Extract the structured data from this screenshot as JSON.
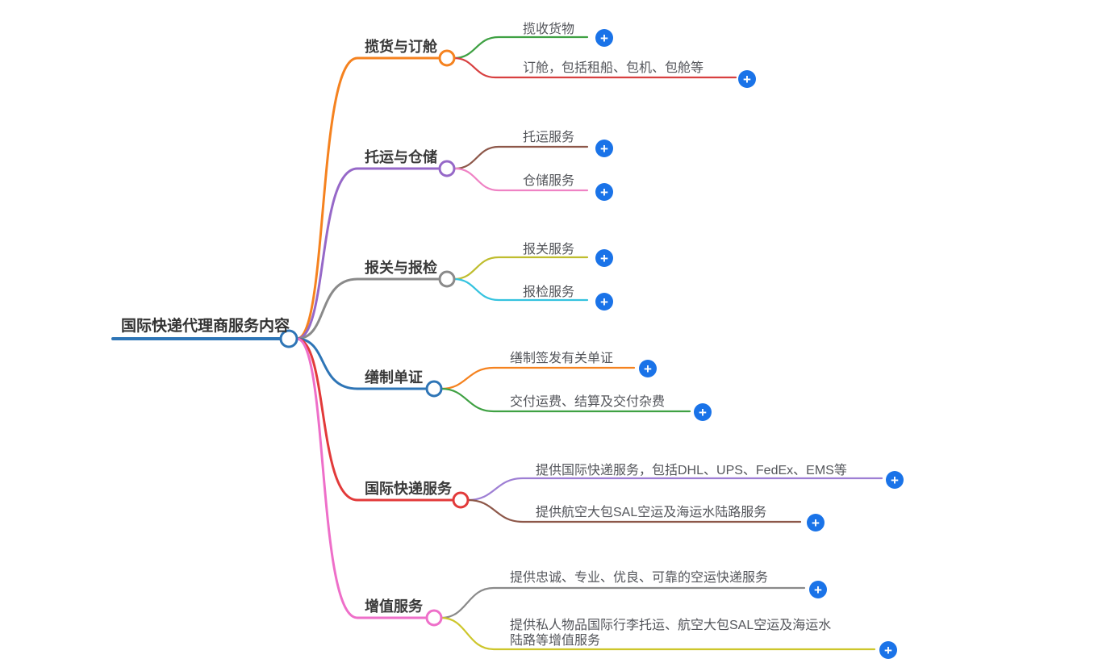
{
  "ui": {
    "background": "#ffffff",
    "add_button_color": "#1a73e8",
    "add_button_glyph": "+"
  },
  "mindmap": {
    "root": {
      "label": "国际快递代理商服务内容",
      "color": "#2e75b6"
    },
    "branches": [
      {
        "label": "揽货与订舱",
        "color": "#f5821f",
        "children": [
          {
            "label": "揽收货物",
            "color": "#3fa143"
          },
          {
            "label": "订舱，包括租船、包机、包舱等",
            "color": "#d84040"
          }
        ]
      },
      {
        "label": "托运与仓储",
        "color": "#9668c8",
        "children": [
          {
            "label": "托运服务",
            "color": "#8d5749"
          },
          {
            "label": "仓储服务",
            "color": "#ef82c4"
          }
        ]
      },
      {
        "label": "报关与报检",
        "color": "#8a8a8a",
        "children": [
          {
            "label": "报关服务",
            "color": "#bfbd2e"
          },
          {
            "label": "报检服务",
            "color": "#35c3df"
          }
        ]
      },
      {
        "label": "缮制单证",
        "color": "#2e75b6",
        "children": [
          {
            "label": "缮制签发有关单证",
            "color": "#f5821f"
          },
          {
            "label": "交付运费、结算及交付杂费",
            "color": "#3fa143"
          }
        ]
      },
      {
        "label": "国际快递服务",
        "color": "#e23a3a",
        "children": [
          {
            "label": "提供国际快递服务，包括DHL、UPS、FedEx、EMS等",
            "color": "#9e7fd4"
          },
          {
            "label": "提供航空大包SAL空运及海运水陆路服务",
            "color": "#8d5749"
          }
        ]
      },
      {
        "label": "增值服务",
        "color": "#ee6fc9",
        "children": [
          {
            "label": "提供忠诚、专业、优良、可靠的空运快递服务",
            "color": "#8a8a8a"
          },
          {
            "label": "提供私人物品国际行李托运、航空大包SAL空运及海运水陆路等增值服务",
            "color": "#cdc62b"
          }
        ]
      }
    ]
  }
}
